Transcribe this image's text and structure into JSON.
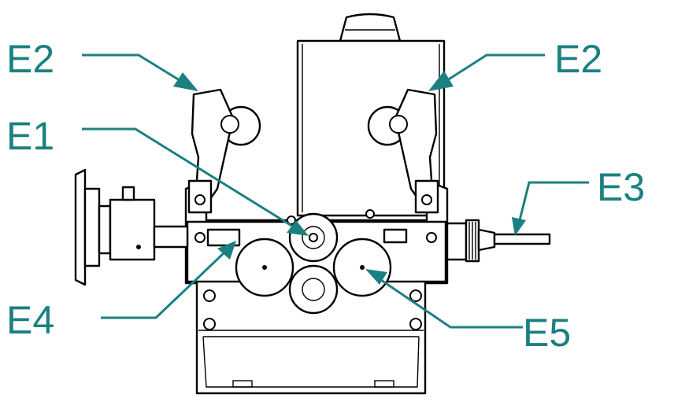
{
  "colors": {
    "accent": "#1b8080",
    "line": "#000000",
    "background": "#ffffff"
  },
  "callouts": {
    "e2_left": "E2",
    "e2_right": "E2",
    "e1": "E1",
    "e3": "E3",
    "e4": "E4",
    "e5": "E5"
  }
}
